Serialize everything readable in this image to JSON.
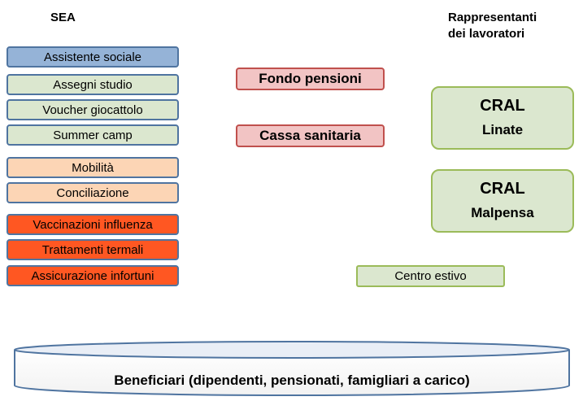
{
  "headers": {
    "sea": "SEA",
    "representatives_line1": "Rappresentanti",
    "representatives_line2": "dei lavoratori"
  },
  "sea_items": [
    "Assistente sociale",
    "Assegni studio",
    "Voucher giocattolo",
    "Summer camp",
    "Mobilità",
    "Conciliazione",
    "Vaccinazioni influenza",
    "Trattamenti termali",
    "Assicurazione infortuni"
  ],
  "funds": [
    "Fondo pensioni",
    "Cassa sanitaria"
  ],
  "crals": [
    {
      "line1": "CRAL",
      "line2": "Linate"
    },
    {
      "line1": "CRAL",
      "line2": "Malpensa"
    }
  ],
  "centro": "Centro estivo",
  "beneficiaries": "Beneficiari (dipendenti, pensionati, famigliari a carico)",
  "colors": {
    "blue": "#95b3d7",
    "green": "#dbe7cf",
    "peach": "#fcd5b5",
    "orange": "#ff5722",
    "pink": "#f2c4c4",
    "border_blue": "#4f74a0",
    "border_red": "#c0504d",
    "border_green": "#9bbb59"
  }
}
